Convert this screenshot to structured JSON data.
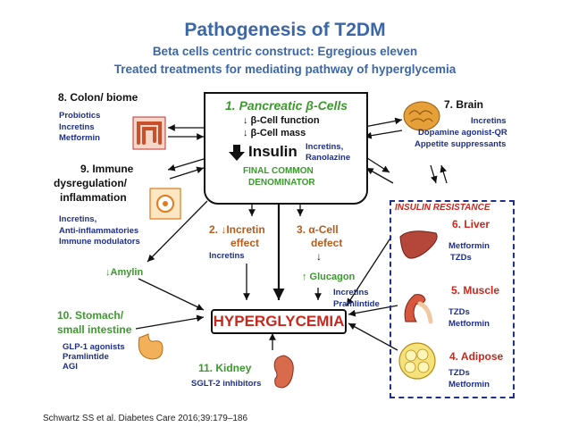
{
  "header": {
    "title": "Pathogenesis of T2DM",
    "subtitle1": "Beta cells centric construct: Egregious eleven",
    "subtitle2": "Treated treatments for mediating pathway of hyperglycemia"
  },
  "center": {
    "heading": "1. Pancreatic β-Cells",
    "line1": "↓ β-Cell function",
    "line2": "↓ β-Cell mass",
    "insulin": "Insulin",
    "insulin_drugs1": "Incretins,",
    "insulin_drugs2": "Ranolazine",
    "final1": "FINAL COMMON",
    "final2": "DENOMINATOR"
  },
  "colon": {
    "title": "8. Colon/ biome",
    "drugs": [
      "Probiotics",
      "Incretins",
      "Metformin"
    ]
  },
  "brain": {
    "title": "7. Brain",
    "drugs": [
      "Incretins",
      "Dopamine agonist-QR",
      "Appetite suppressants"
    ]
  },
  "immune": {
    "title1": "9.  Immune",
    "title2": "dysregulation/",
    "title3": "inflammation",
    "drugs": [
      "Incretins,",
      "Anti-inflammatories",
      "Immune modulators"
    ]
  },
  "incretin": {
    "title1": "2. ↓Incretin",
    "title2": "effect",
    "drug": "Incretins"
  },
  "alpha": {
    "title1": "3. α-Cell",
    "title2": "defect",
    "arrow": "↓",
    "glucagon": "↑ Glucagon",
    "drugs": [
      "Incretins",
      "Pramlintide"
    ]
  },
  "amylin": "↓Amylin",
  "stomach": {
    "title1": "10. Stomach/",
    "title2": "small intestine",
    "drugs": [
      "GLP-1 agonists",
      "Pramlintide",
      "AGI"
    ]
  },
  "hyper": "HYPERGLYCEMIA",
  "kidney": {
    "title": "11.  Kidney",
    "drug": "SGLT-2 inhibitors"
  },
  "insulin_resistance": {
    "label": "INSULIN RESISTANCE",
    "liver": {
      "title": "6. Liver",
      "drugs": [
        "Metformin",
        "TZDs"
      ]
    },
    "muscle": {
      "title": "5. Muscle",
      "drugs": [
        "TZDs",
        "Metformin"
      ]
    },
    "adipose": {
      "title": "4. Adipose",
      "drugs": [
        "TZDs",
        "Metformin"
      ]
    }
  },
  "citation": "Schwartz SS et al. Diabetes Care 2016;39:179–186",
  "colors": {
    "title_blue": "#3b67a8",
    "green": "#3b9a2c",
    "navy": "#1f2f8a",
    "red": "#c8281e"
  }
}
